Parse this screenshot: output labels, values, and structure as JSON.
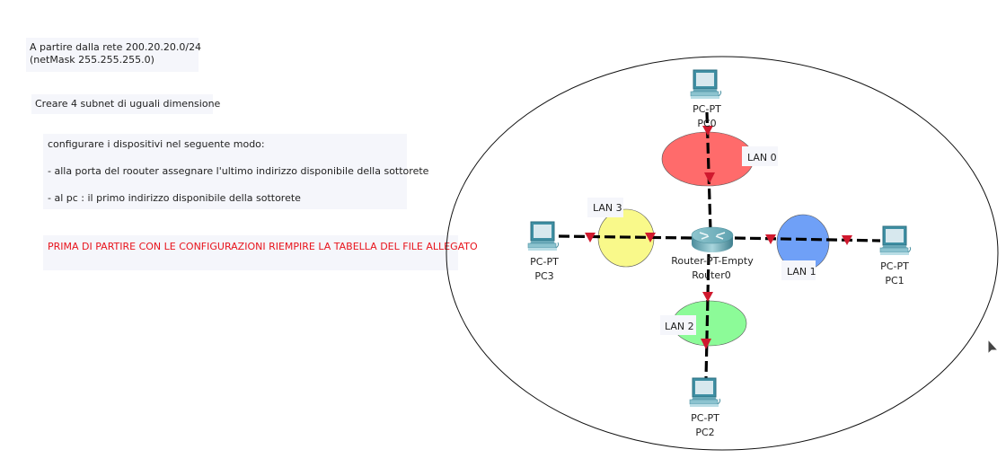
{
  "notes": {
    "network": [
      "A partire dalla rete 200.20.20.0/24",
      "(netMask 255.255.255.0)"
    ],
    "subnets": "Creare 4 subnet di uguali dimensione",
    "config": [
      "configurare i dispositivi nel seguente modo:",
      "- alla porta del roouter assegnare l'ultimo indirizzo disponibile della sottorete",
      "- al pc : il primo indirizzo disponibile della sottorete"
    ],
    "warning": "PRIMA DI PARTIRE CON LE CONFIGURAZIONI  RIEMPIRE LA TABELLA DEL FILE ALLEGATO"
  },
  "colors": {
    "warning": "#e8141c",
    "lan0": "#ff6b6b",
    "lan1": "#6fa0f7",
    "lan2": "#8cfb98",
    "lan3": "#f9f98a",
    "link_marker": "#d0192e"
  },
  "topology": {
    "router": {
      "model": "Router-PT-Empty",
      "name": "Router0"
    },
    "pcs": [
      {
        "model": "PC-PT",
        "name": "PC0"
      },
      {
        "model": "PC-PT",
        "name": "PC1"
      },
      {
        "model": "PC-PT",
        "name": "PC2"
      },
      {
        "model": "PC-PT",
        "name": "PC3"
      }
    ],
    "lans": [
      "LAN 0",
      "LAN 1",
      "LAN 2",
      "LAN 3"
    ]
  }
}
